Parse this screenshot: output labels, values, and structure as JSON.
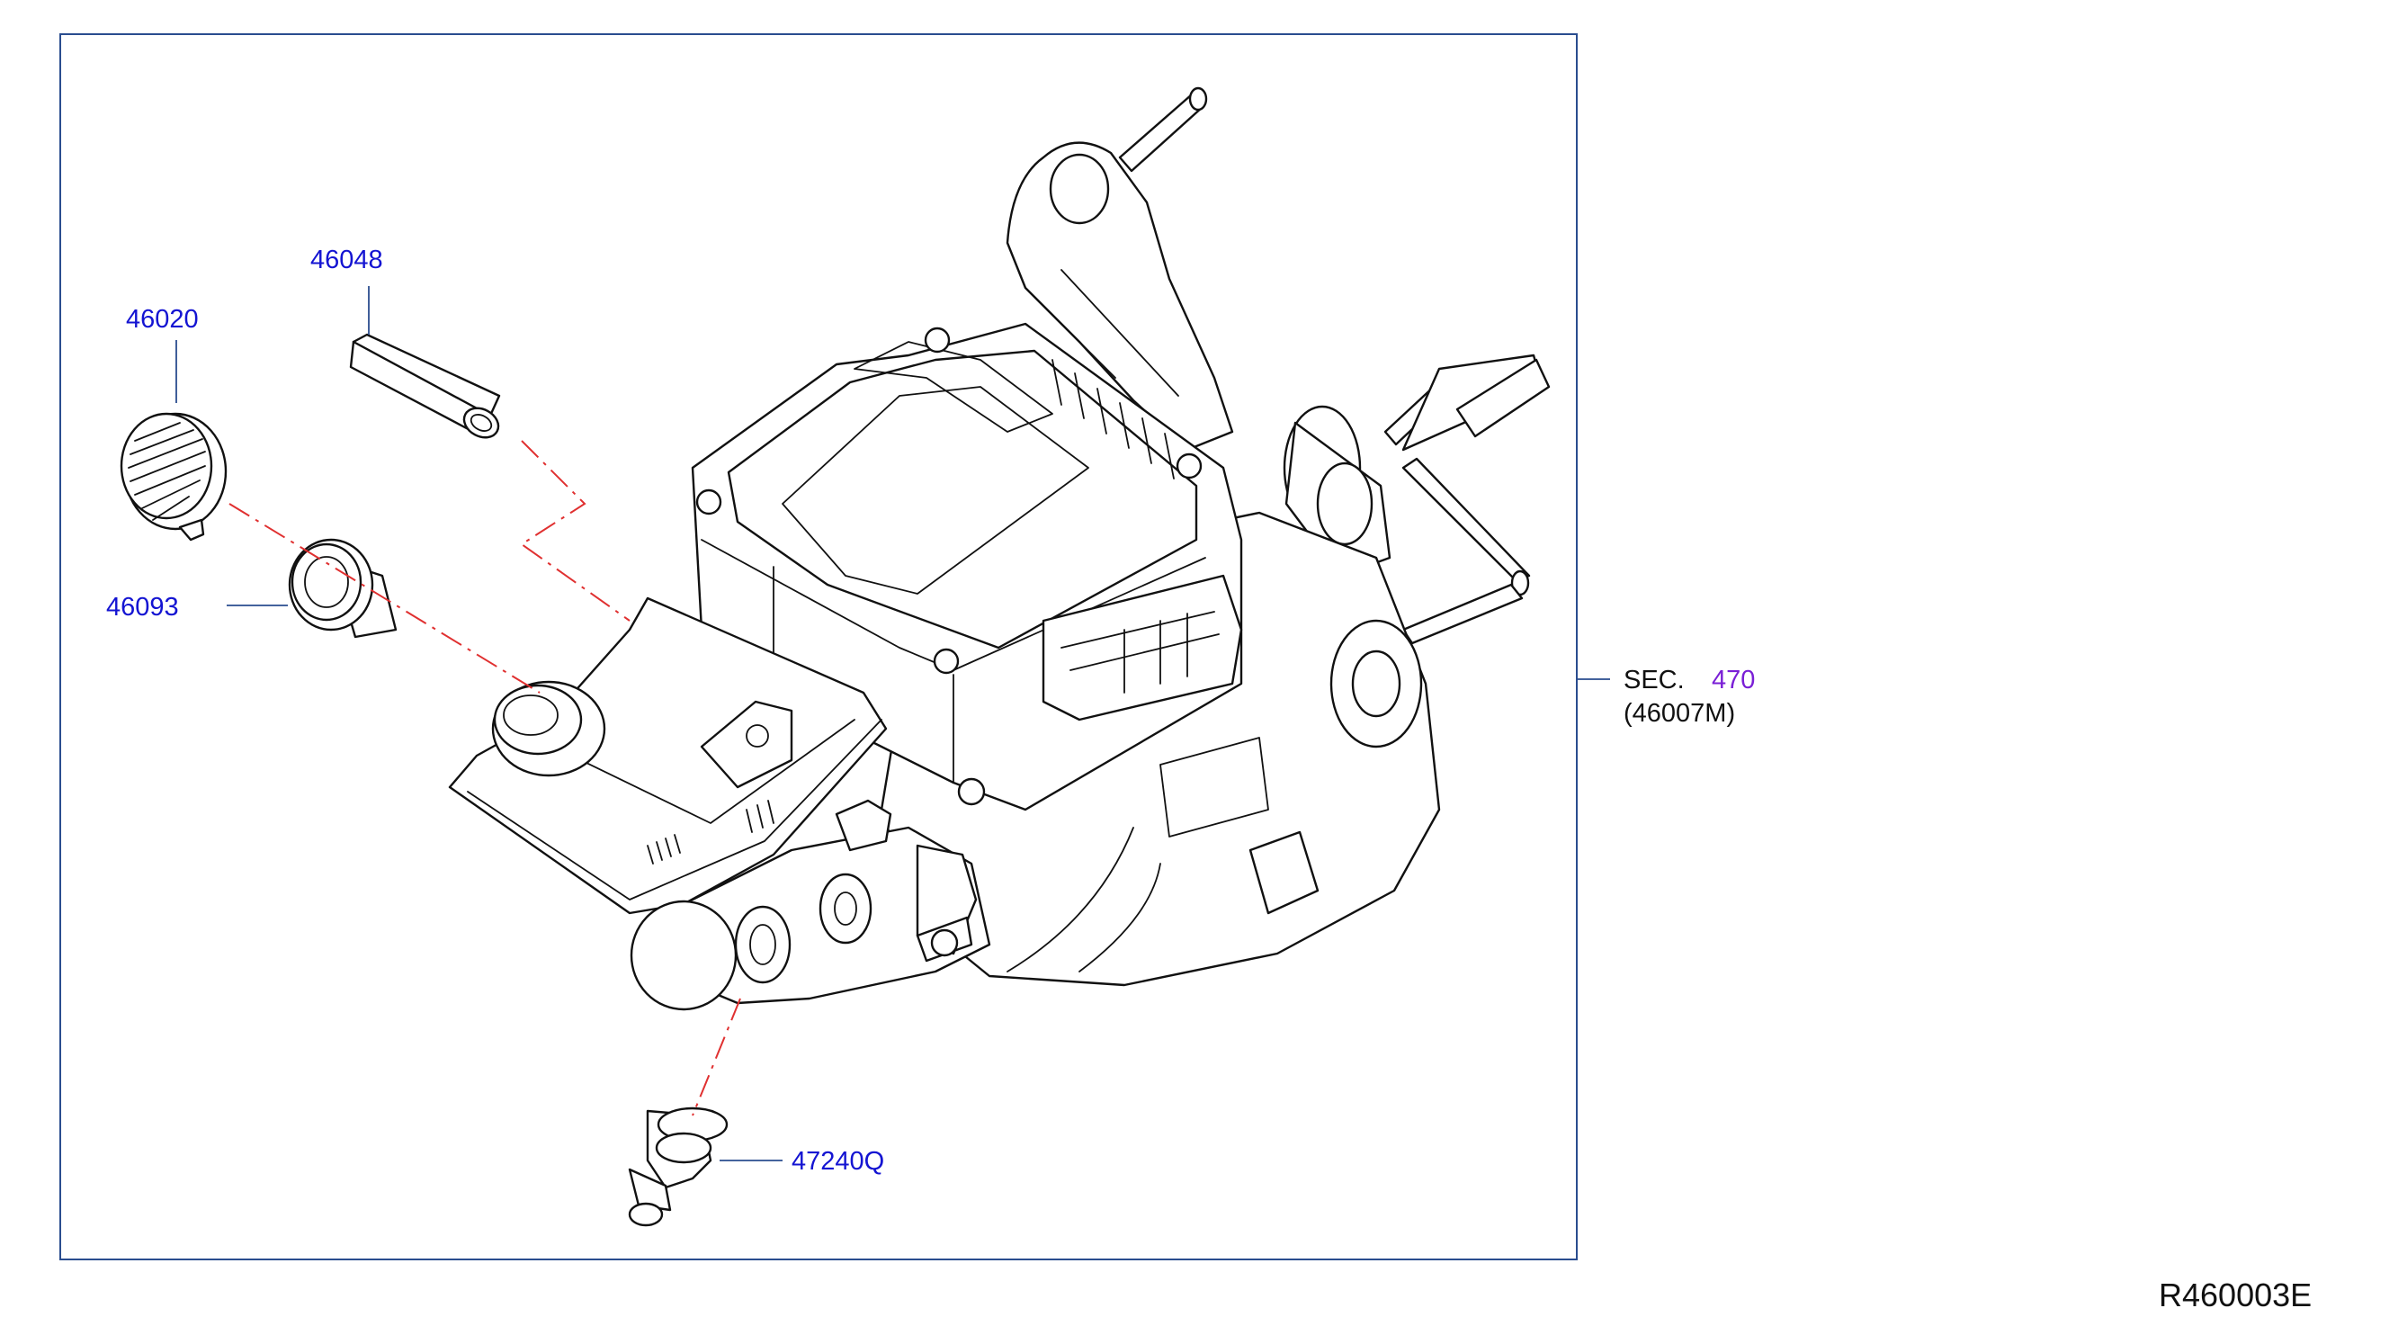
{
  "labels": {
    "p46048": "46048",
    "p46020": "46020",
    "p46093": "46093",
    "p47240q": "47240Q",
    "sec_prefix": "SEC.",
    "sec_number": "470",
    "sec_sub": "(46007M)",
    "ref_code": "R460003E"
  },
  "colors": {
    "frame": "#2a4d8f",
    "label_blue": "#1414d2",
    "label_purple": "#7a1fd6",
    "dash_red": "#e03030"
  }
}
